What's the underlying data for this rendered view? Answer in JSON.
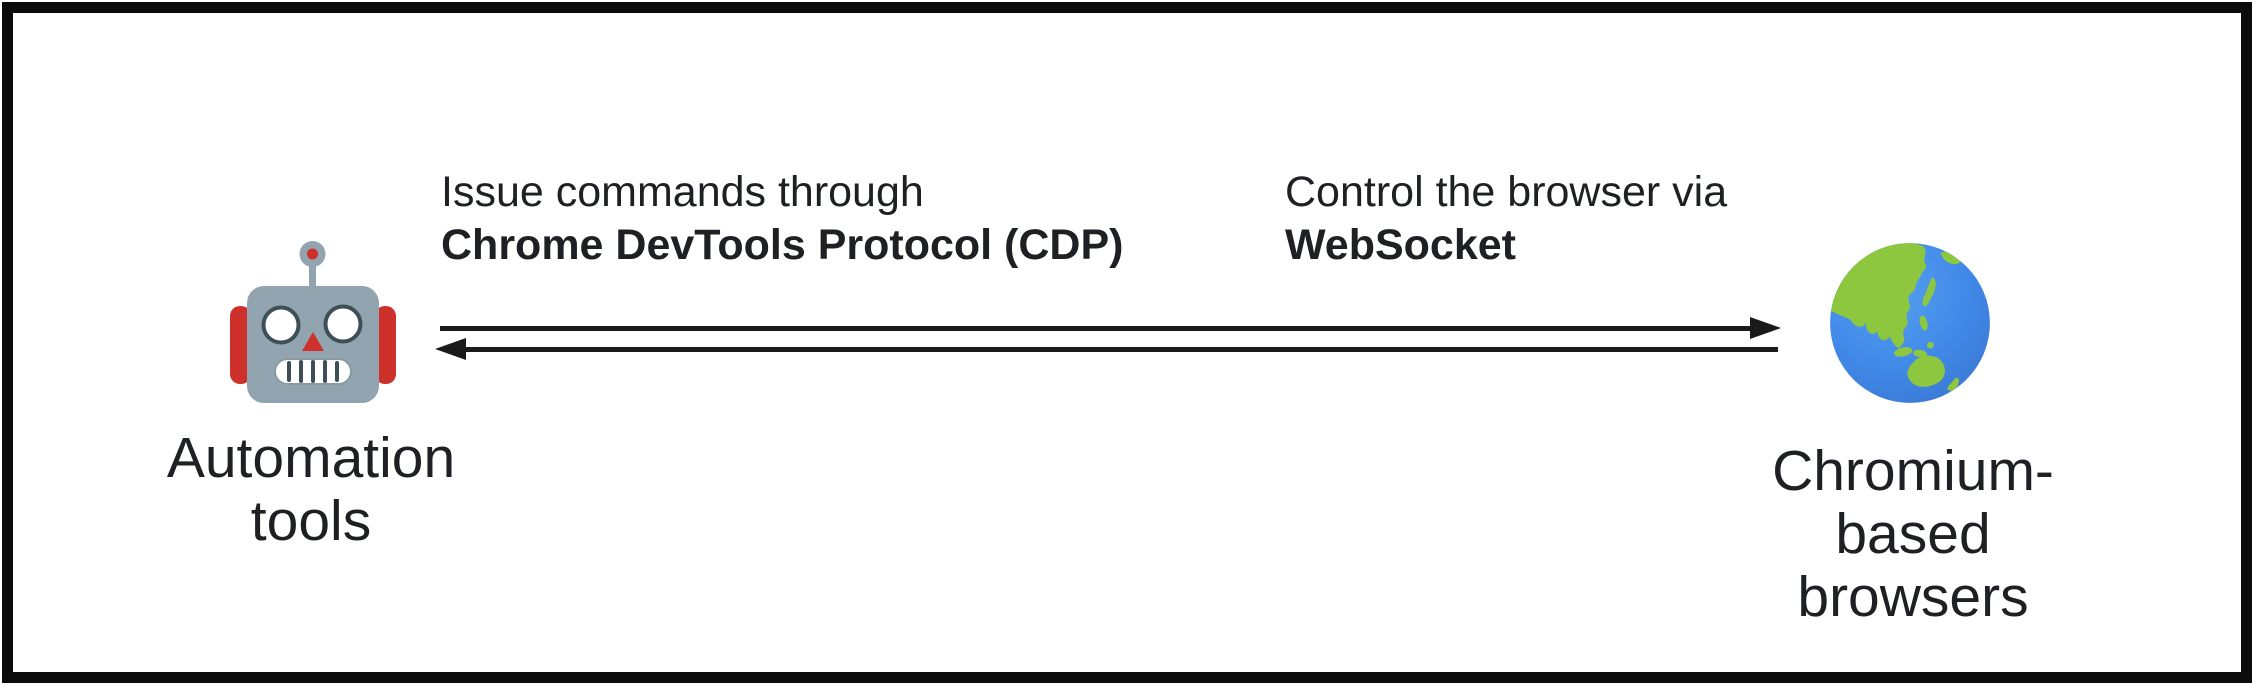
{
  "diagram": {
    "title_implicit": "Automation tools communicate with Chromium-based browsers over CDP via WebSocket",
    "annotations": {
      "request": {
        "line1": "Issue commands through",
        "line2_bold": "Chrome DevTools Protocol (CDP)"
      },
      "response": {
        "line1": "Control the browser via",
        "line2_bold": "WebSocket"
      }
    },
    "nodes": {
      "automation": {
        "icon": "robot-icon",
        "caption": "Automation\ntools"
      },
      "browser": {
        "icon": "globe-asia-australia-icon",
        "caption": "Chromium-based\nbrowsers"
      }
    },
    "arrows": {
      "top": {
        "direction": "right",
        "from": "automation-tools",
        "to": "chromium-browsers"
      },
      "bottom": {
        "direction": "left",
        "from": "chromium-browsers",
        "to": "automation-tools"
      },
      "color": "#1a1a1a"
    },
    "colors": {
      "frame_border": "#0b0b0b",
      "background": "#ffffff",
      "text": "#1e2023",
      "robot_head": "#92a4af",
      "robot_accent_red": "#ce302b",
      "robot_face_detail": "#3e4f57",
      "globe_ocean": "#4189e8",
      "globe_land": "#8dc63f"
    }
  }
}
